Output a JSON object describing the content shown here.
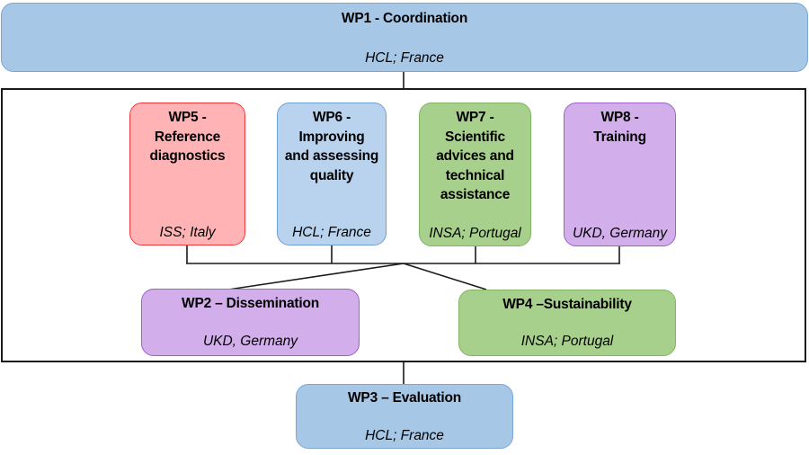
{
  "diagram": {
    "type": "work-package-structure",
    "top": {
      "id": "wp1",
      "title": "WP1 - Coordination",
      "lead": "HCL; France",
      "color": "#a7c7e7"
    },
    "core_packages": [
      {
        "id": "wp5",
        "title_lines": [
          "WP5 -",
          "Reference",
          "diagnostics"
        ],
        "lead": "ISS; Italy",
        "color": "#ffb3b5"
      },
      {
        "id": "wp6",
        "title_lines": [
          "WP6 -",
          "Improving",
          "and assessing",
          "quality"
        ],
        "lead": "HCL; France",
        "color": "#b9d3ee"
      },
      {
        "id": "wp7",
        "title_lines": [
          "WP7 -",
          "Scientific",
          "advices and",
          "technical",
          "assistance"
        ],
        "lead": "INSA; Portugal",
        "color": "#a8d08d"
      },
      {
        "id": "wp8",
        "title_lines": [
          "WP8 -",
          "Training"
        ],
        "lead": "UKD, Germany",
        "color": "#d2aeea"
      }
    ],
    "cross_packages": [
      {
        "id": "wp2",
        "title": "WP2 – Dissemination",
        "lead": "UKD, Germany",
        "color": "#d2aeea"
      },
      {
        "id": "wp4",
        "title": "WP4 –Sustainability",
        "lead": "INSA; Portugal",
        "color": "#a8d08d"
      }
    ],
    "bottom": {
      "id": "wp3",
      "title": "WP3 – Evaluation",
      "lead": "HCL; France",
      "color": "#a7c7e7"
    }
  }
}
